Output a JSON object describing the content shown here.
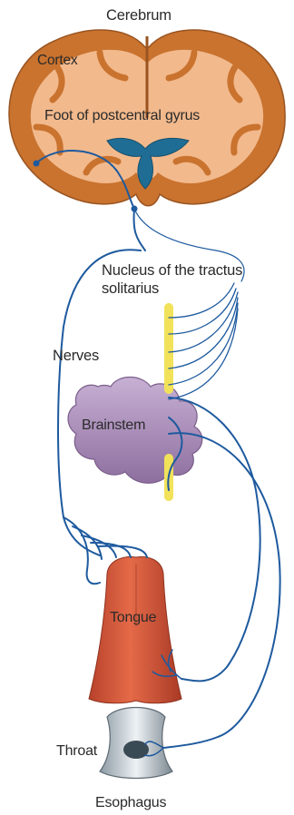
{
  "labels": {
    "cerebrum": "Cerebrum",
    "cortex": "Cortex",
    "foot": "Foot of postcentral gyrus",
    "nucleus_line1": "Nucleus of the tractus",
    "nucleus_line2": "solitarius",
    "nerves": "Nerves",
    "brainstem": "Brainstem",
    "tongue": "Tongue",
    "throat": "Throat",
    "esophagus": "Esophagus"
  },
  "colors": {
    "cortex": "#c9732f",
    "white_matter": "#f2b98c",
    "ventricle": "#1f6d94",
    "nerve": "#1e5a9e",
    "nucleus": "#f2e25a",
    "brainstem": "#a98bb8",
    "tongue": "#d8583b",
    "throat": "#c9d4dc"
  }
}
